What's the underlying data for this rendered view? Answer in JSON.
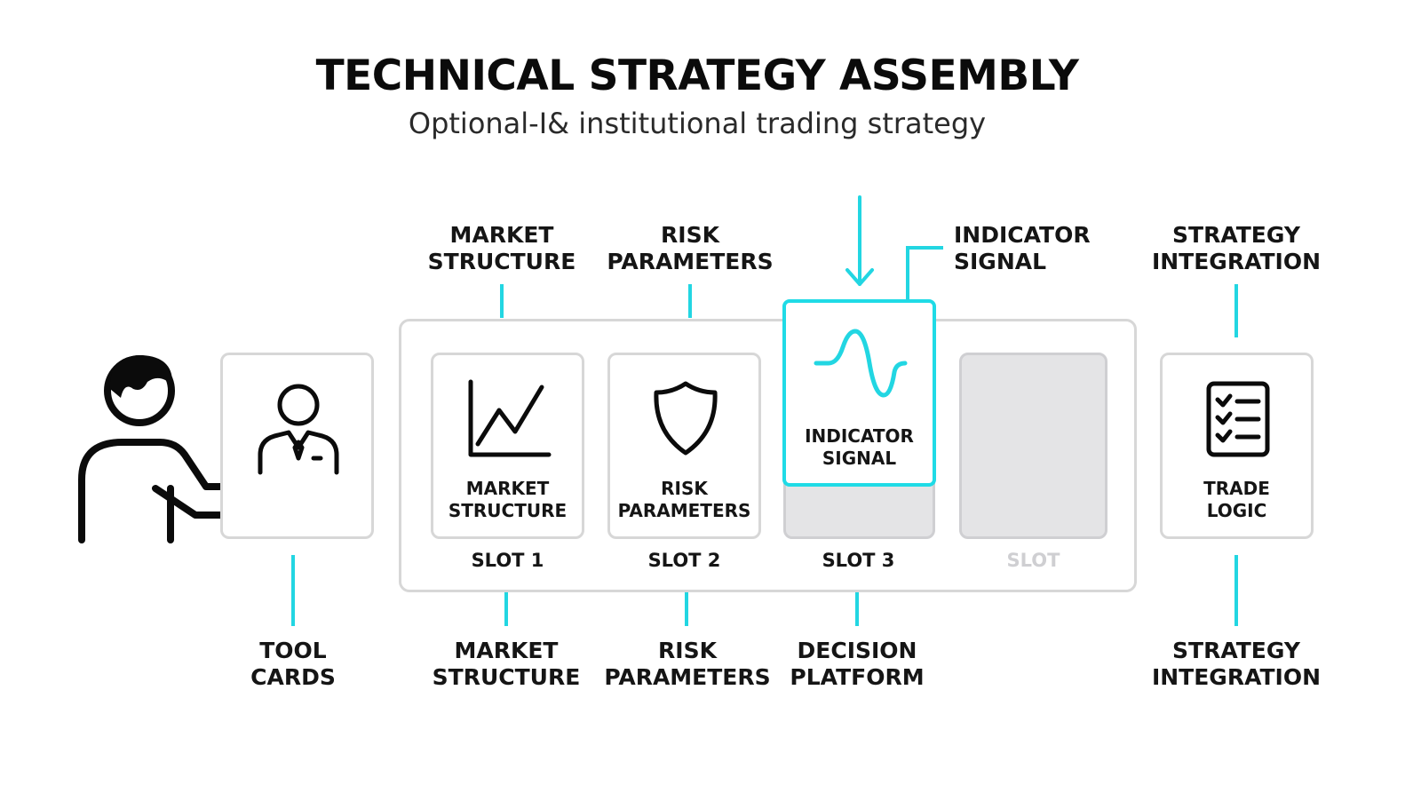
{
  "header": {
    "title": "TECHNICAL STRATEGY ASSEMBLY",
    "subtitle": "Optional-I& institutional trading strategy"
  },
  "colors": {
    "accent": "#22d6e2",
    "card_border": "#d7d7d7",
    "empty_slot": "#e4e4e6",
    "text": "#151515"
  },
  "top_labels": {
    "market_structure": "MARKET\nSTRUCTURE",
    "risk_parameters": "RISK\nPARAMETERS",
    "indicator_signal": "INDICATOR\nSIGNAL",
    "strategy_integration": "STRATEGY\nINTEGRATION"
  },
  "cards": {
    "tool_card": {
      "icon": "advisor-icon"
    },
    "slot1": {
      "label": "MARKET\nSTRUCTURE",
      "slot": "SLOT 1",
      "icon": "line-chart-icon"
    },
    "slot2": {
      "label": "RISK\nPARAMETERS",
      "slot": "SLOT 2",
      "icon": "shield-icon"
    },
    "slot3": {
      "label": "INDICATOR\nSIGNAL",
      "slot": "SLOT 3",
      "icon": "wave-signal-icon"
    },
    "slot4": {
      "slot": "SLOT"
    },
    "trade_logic": {
      "label": "TRADE\nLOGIC",
      "icon": "checklist-icon"
    }
  },
  "bottom_labels": {
    "tool_cards": "TOOL\nCARDS",
    "market_structure": "MARKET\nSTRUCTURE",
    "risk_parameters": "RISK\nPARAMETERS",
    "decision_platform": "DECISION\nPLATFORM",
    "strategy_integration": "STRATEGY\nINTEGRATION"
  },
  "figure": {
    "icon": "person-icon"
  }
}
